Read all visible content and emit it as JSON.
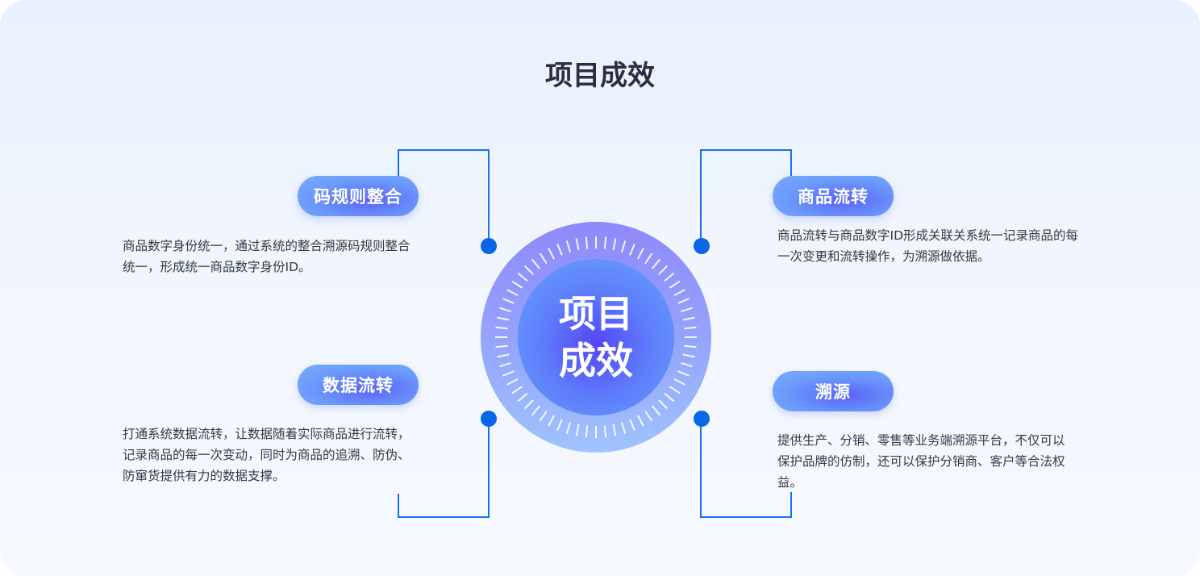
{
  "title": "项目成效",
  "center": {
    "line1": "项目",
    "line2": "成效"
  },
  "colors": {
    "line": "#1a6ff0",
    "dot": "#0a66e8"
  },
  "items": [
    {
      "label": "码规则整合",
      "desc": "商品数字身份统一，通过系统的整合溯源码规则整合统一，形成统一商品数字身份ID。"
    },
    {
      "label": "商品流转",
      "desc": "商品流转与商品数字ID形成关联关系统一记录商品的每一次变更和流转操作，为溯源做依据。"
    },
    {
      "label": "数据流转",
      "desc": "打通系统数据流转，让数据随着实际商品进行流转，记录商品的每一次变动，同时为商品的追溯、防伪、防窜货提供有力的数据支撑。"
    },
    {
      "label": "溯源",
      "desc": "提供生产、分销、零售等业务端溯源平台，不仅可以保护品牌的仿制，还可以保护分销商、客户等合法权益。"
    }
  ]
}
